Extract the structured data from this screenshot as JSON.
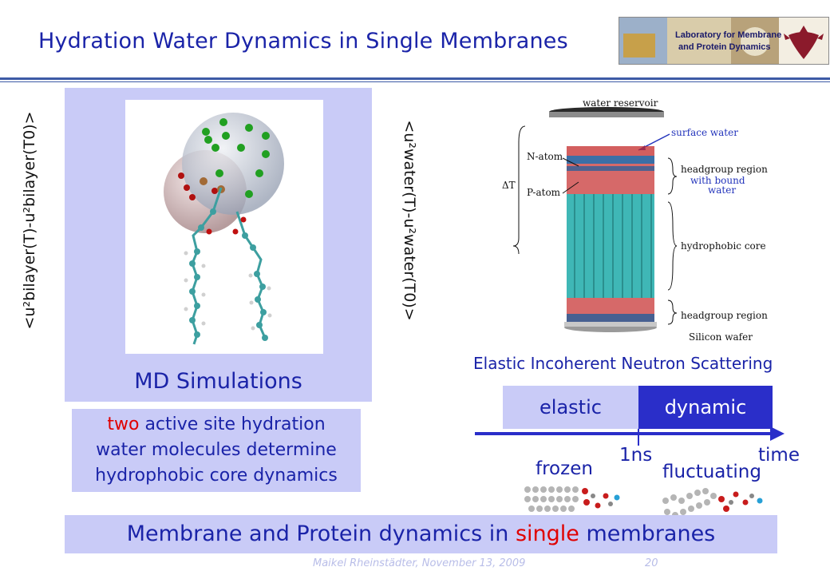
{
  "header": {
    "title": "Hydration Water Dynamics in Single Membranes",
    "logo_text_line1": "Laboratory for Membrane",
    "logo_text_line2": "and Protein Dynamics"
  },
  "left_panel": {
    "y_axis_label_bilayer": "<u²bilayer(T)-u²bilayer(T0)>",
    "caption": "MD Simulations",
    "hydration_note": {
      "highlight": "two",
      "rest_line1": " active site hydration",
      "line2": "water molecules determine",
      "line3": "hydrophobic core dynamics"
    }
  },
  "middle": {
    "y_axis_label_water": "<u²water(T)-u²water(T0)>"
  },
  "diagram": {
    "water_reservoir": "water reservoir",
    "surface_water": "surface water",
    "n_atom": "N-atom",
    "p_atom": "P-atom",
    "delta_t": "ΔT",
    "headgroup_region_top": "headgroup region",
    "with_bound": "with bound",
    "water": "water",
    "hydrophobic_core": "hydrophobic core",
    "headgroup_region_bottom": "headgroup region",
    "silicon_wafer": "Silicon wafer"
  },
  "timescale": {
    "title": "Elastic Incoherent Neutron Scattering",
    "elastic": "elastic",
    "dynamic": "dynamic",
    "tick_1ns": "1ns",
    "time": "time",
    "frozen": "frozen",
    "fluctuating": "fluctuating"
  },
  "bottom_bar": {
    "prefix": "Membrane and Protein dynamics in ",
    "highlight": "single",
    "suffix": " membranes"
  },
  "footer": {
    "author_date": "Maikel Rheinstädter, November 13, 2009",
    "page": "20"
  },
  "colors": {
    "title_blue": "#1a23a8",
    "panel_lavender": "#c9cbf7",
    "dynamic_blue": "#2a2ec9",
    "highlight_red": "#e00000",
    "rule_blue": "#3d5aa6"
  }
}
